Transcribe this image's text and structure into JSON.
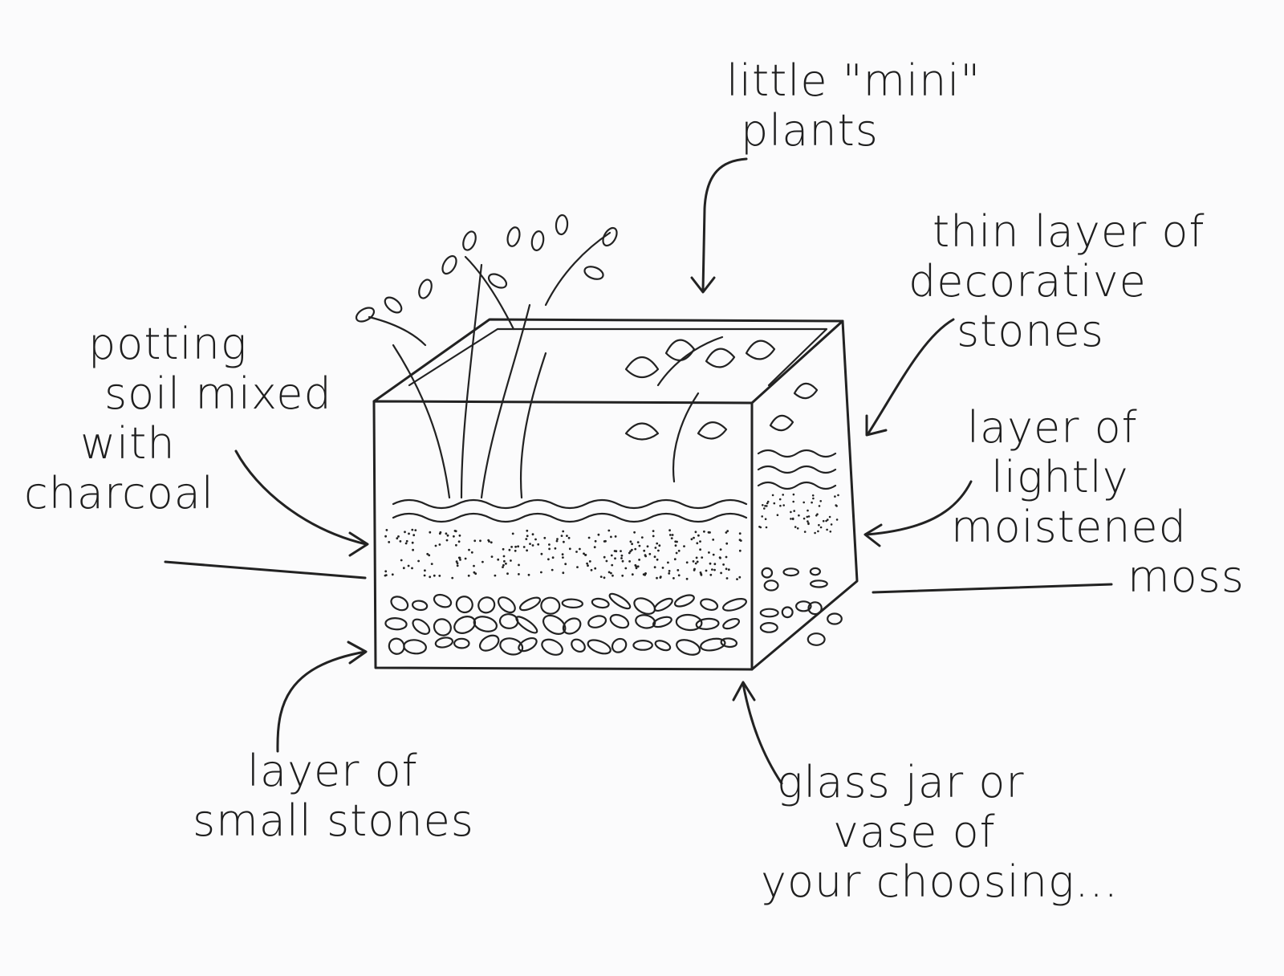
{
  "labels": {
    "mini_plants": [
      "little \"mini\"",
      "plants"
    ],
    "decorative_stones": [
      "thin layer of",
      "decorative",
      "stones"
    ],
    "moss": [
      "layer of",
      "lightly",
      "moistened",
      "moss"
    ],
    "potting_soil": [
      "potting",
      "soil mixed",
      "with",
      "charcoal"
    ],
    "small_stones": [
      "layer of",
      "small stones"
    ],
    "glass_jar": [
      "glass jar or",
      "vase of",
      "your choosing..."
    ]
  },
  "colors": {
    "ink": "#222222",
    "paper": "#fbfbfc"
  }
}
